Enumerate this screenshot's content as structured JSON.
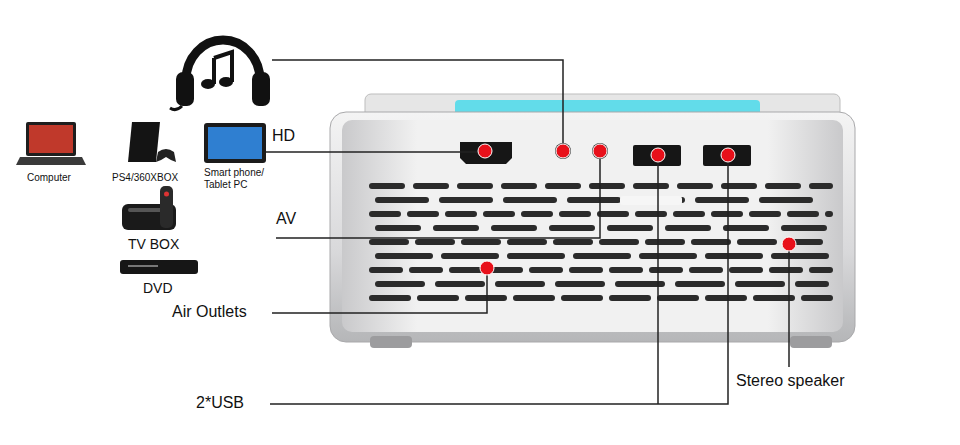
{
  "diagram": {
    "labels": [
      "HD",
      "Computer",
      "PS4/360XBOX",
      "Smart phone/ Tablet PC",
      "TV BOX",
      "DVD",
      "AV",
      "Air Outlets",
      "2*USB",
      "Stereo speaker"
    ]
  }
}
